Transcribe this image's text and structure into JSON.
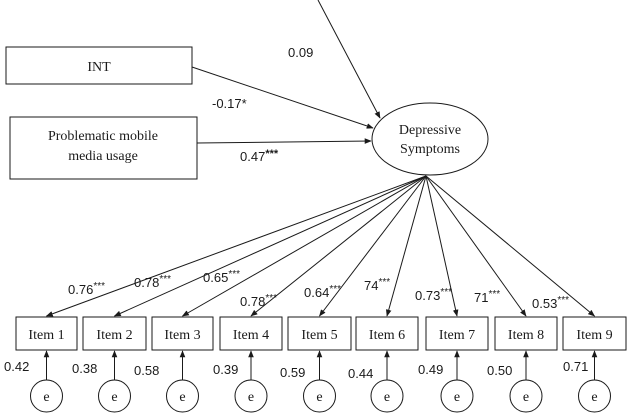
{
  "predictors": {
    "int": {
      "label": "INT"
    },
    "pmu": {
      "line1": "Problematic mobile",
      "line2": "media usage"
    }
  },
  "outcome": {
    "line1": "Depressive",
    "line2": "Symptoms"
  },
  "paths": {
    "int": {
      "coef": "-0.17",
      "sig": "*"
    },
    "pmu": {
      "coef": "0.47",
      "sig": "***"
    },
    "residual": {
      "coef": "0.09"
    }
  },
  "items": [
    {
      "label": "Item 1",
      "loading": "0.76",
      "sig": "***",
      "error": "0.42"
    },
    {
      "label": "Item 2",
      "loading": "0.78",
      "sig": "***",
      "error": "0.38"
    },
    {
      "label": "Item 3",
      "loading": "0.65",
      "sig": "***",
      "error": "0.58"
    },
    {
      "label": "Item 4",
      "loading": "0.78",
      "sig": "***",
      "error": "0.39"
    },
    {
      "label": "Item 5",
      "loading": "0.64",
      "sig": "***",
      "error": "0.59"
    },
    {
      "label": "Item 6",
      "loading": "74",
      "sig": "***",
      "error": "0.44"
    },
    {
      "label": "Item 7",
      "loading": "0.73",
      "sig": "***",
      "error": "0.49"
    },
    {
      "label": "Item 8",
      "loading": "71",
      "sig": "***",
      "error": "0.50"
    },
    {
      "label": "Item 9",
      "loading": "0.53",
      "sig": "***",
      "error": "0.71"
    }
  ],
  "error_label": "e",
  "colors": {
    "stroke": "#1a1a1a",
    "text": "#1a1a1a",
    "background": "#ffffff"
  }
}
